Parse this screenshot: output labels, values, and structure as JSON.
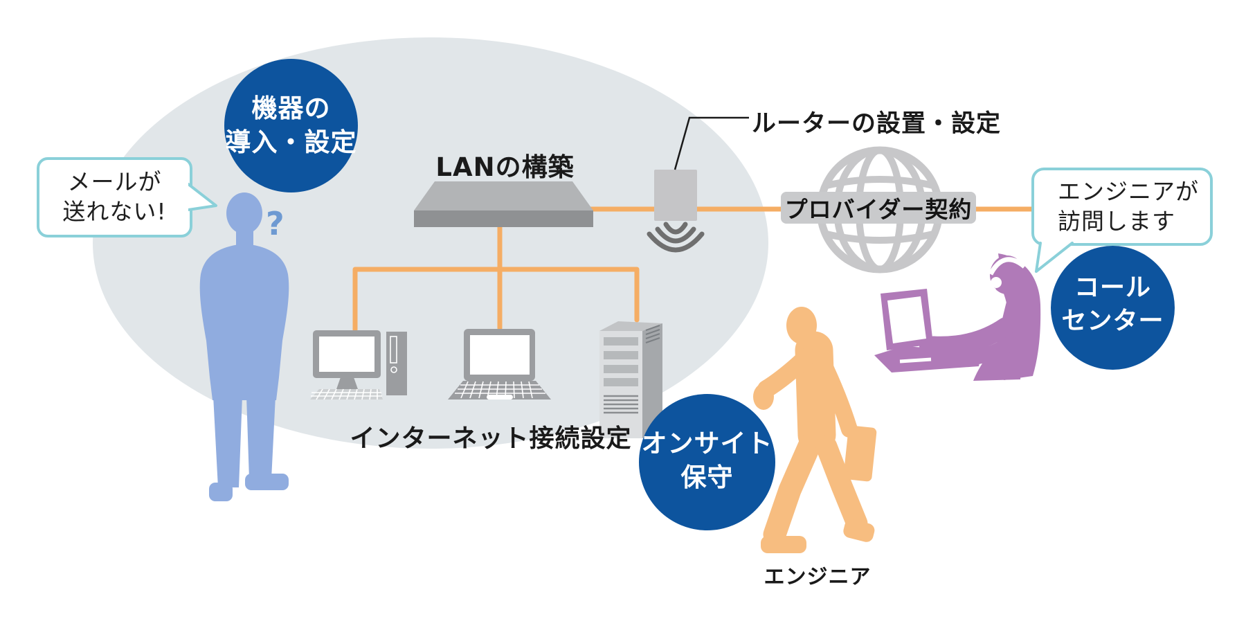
{
  "badges": {
    "equipment": {
      "line1": "機器の",
      "line2": "導入・設定"
    },
    "call_center": {
      "line1": "コール",
      "line2": "センター"
    },
    "onsite": {
      "line1": "オンサイト",
      "line2": "保守"
    }
  },
  "speech_bubbles": {
    "customer": {
      "line1": "メールが",
      "line2": "送れない!"
    },
    "operator": {
      "line1": "エンジニアが",
      "line2": "訪問します"
    }
  },
  "labels": {
    "lan": "LANの構築",
    "internet": "インターネット接続設定",
    "router": "ルーターの設置・設定",
    "provider": "プロバイダー契約",
    "engineer": "エンジニア",
    "question_mark": "?"
  },
  "icons": {
    "network_switch": "network-switch-icon",
    "desktop_pc": "desktop-pc-icon",
    "laptop": "laptop-icon",
    "server": "server-icon",
    "router": "router-icon",
    "wifi": "wifi-waves-icon",
    "globe": "internet-globe-icon",
    "customer": "customer-silhouette",
    "operator": "call-center-operator-silhouette",
    "engineer": "engineer-silhouette"
  },
  "palette": {
    "badge_navy": "#0d549e",
    "customer_blue": "#90acdf",
    "engineer_orange": "#f7bd80",
    "operator_purple": "#b07ab8",
    "cable_orange": "#f5ad64",
    "bubble_border_cyan": "#8ad0d9",
    "area_ellipse_gray": "#e1e6e9",
    "device_gray": "#9b9da0",
    "globe_gray": "#c7c7c9",
    "question_blue": "#6e9ad2",
    "text_black": "#1a1a1a"
  }
}
